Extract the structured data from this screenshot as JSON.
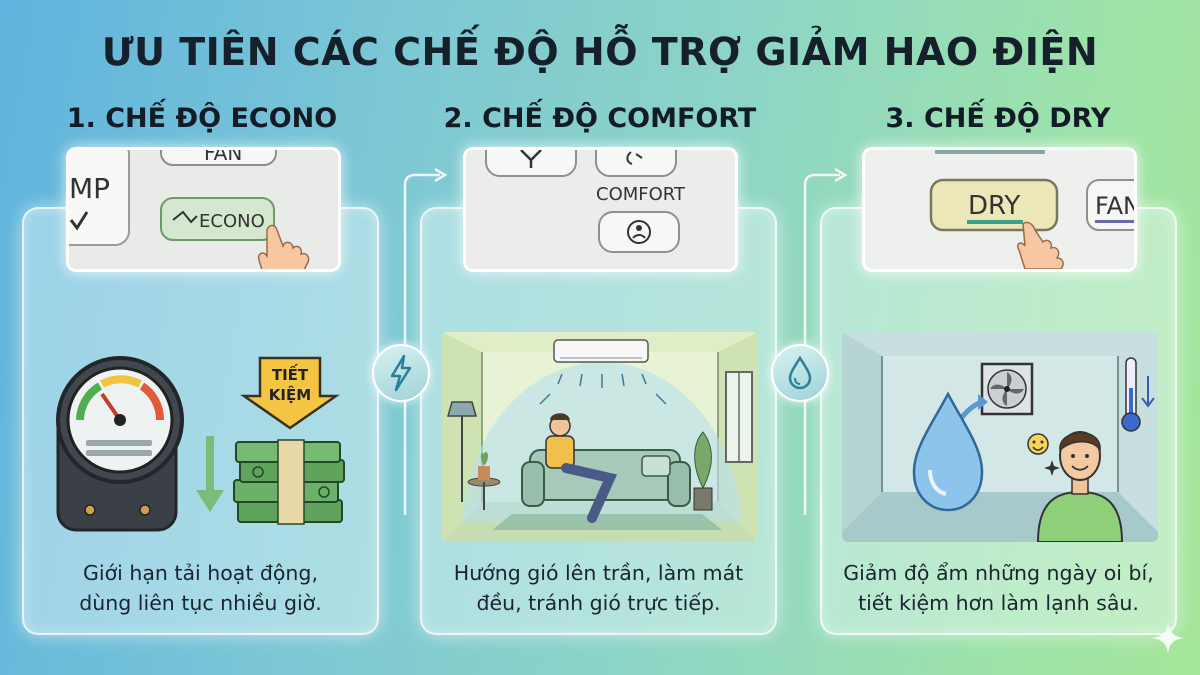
{
  "title": "ƯU TIÊN CÁC CHẾ ĐỘ HỖ TRỢ GIẢM HAO ĐIỆN",
  "modes": [
    {
      "heading": "1. CHẾ ĐỘ ECONO",
      "remote_labels": [
        "MP",
        "FAN",
        "ECONO"
      ],
      "badge": [
        "TIẾT",
        "KIỆM"
      ],
      "description": [
        "Giới hạn tải hoạt động,",
        "dùng liên tục nhiều giờ."
      ]
    },
    {
      "heading": "2. CHẾ ĐỘ COMFORT",
      "remote_labels": [
        "COMFORT"
      ],
      "description": [
        "Hướng gió lên trần, làm mát",
        "đều, tránh gió trực tiếp."
      ]
    },
    {
      "heading": "3. CHẾ ĐỘ DRY",
      "remote_labels": [
        "DRY",
        "FAN"
      ],
      "description": [
        "Giảm độ ẩm những ngày oi bí,",
        "tiết kiệm hơn làm lạnh sâu."
      ]
    }
  ],
  "icons": {
    "connector_1": "lightning-bolt-icon",
    "connector_2": "water-drop-icon",
    "corner": "sparkle-icon"
  },
  "colors": {
    "title": "#15202b",
    "accent_green": "#4a9a55",
    "money": "#5fa35c"
  }
}
